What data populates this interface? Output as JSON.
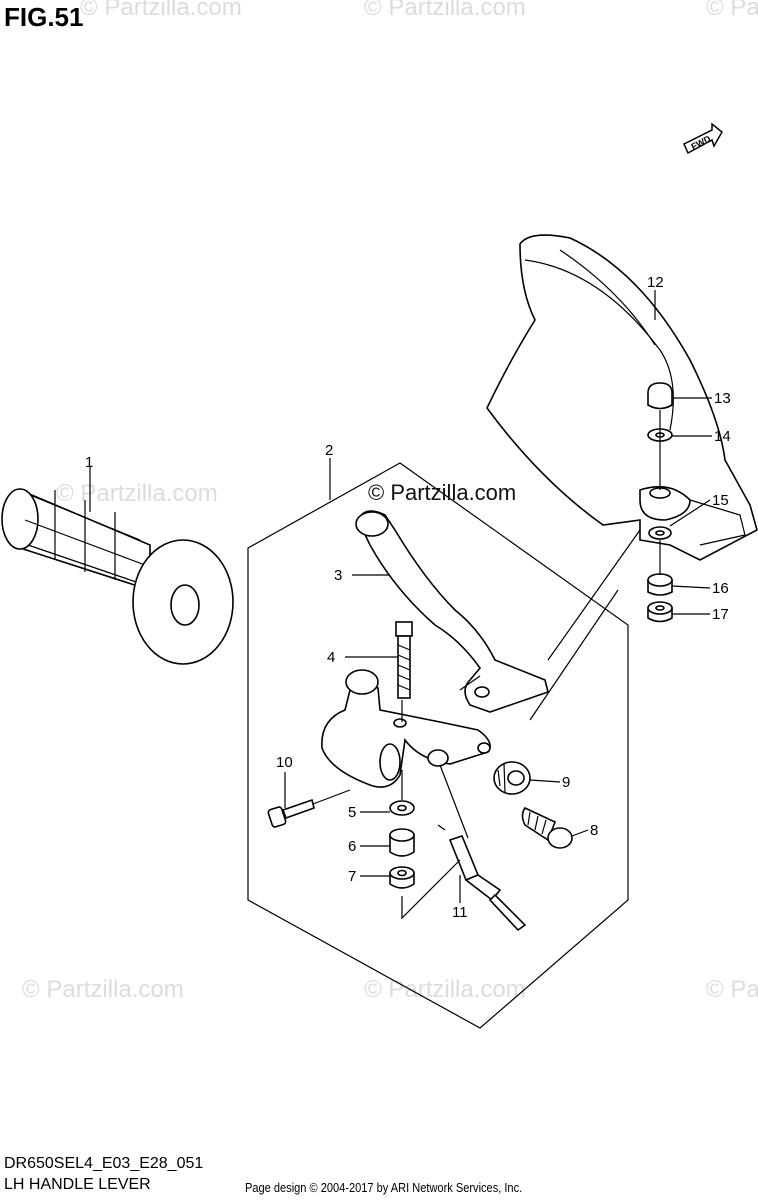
{
  "figure": {
    "title": "FIG.51"
  },
  "watermarks": {
    "top_1": "© Partzilla.com",
    "top_2": "© Partzilla.com",
    "top_3": "© Pa",
    "left_mid": "© Partzilla.com",
    "center": "© Partzilla.com",
    "bottom_1": "© Partzilla.com",
    "bottom_2": "© Partzilla.com",
    "bottom_3": "© Pa"
  },
  "fwd_badge": {
    "label": "FWD"
  },
  "callouts": {
    "c1": "1",
    "c2": "2",
    "c3": "3",
    "c4": "4",
    "c5": "5",
    "c6": "6",
    "c7": "7",
    "c8": "8",
    "c9": "9",
    "c10": "10",
    "c11": "11",
    "c12": "12",
    "c13": "13",
    "c14": "14",
    "c15": "15",
    "c16": "16",
    "c17": "17"
  },
  "footer": {
    "diagram_code": "DR650SEL4_E03_E28_051",
    "diagram_name": "LH HANDLE LEVER",
    "copyright": "Page design © 2004-2017 by ARI Network Services, Inc."
  }
}
